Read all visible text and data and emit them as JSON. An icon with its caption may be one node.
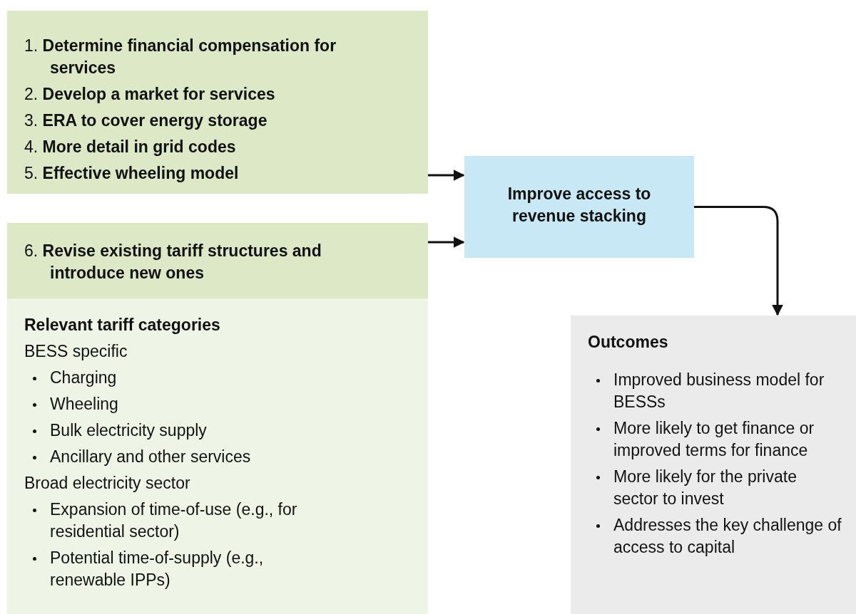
{
  "diagram": {
    "nodes": [
      {
        "text": [
          "1. **Determine financial compensation for services**",
          "2. **Develop a market for services**",
          "3. **ERA to cover energy storage**",
          "4. **More detail in grid codes**",
          "5. **Effective wheeling model**"
        ]
      },
      {
        "text": [
          "6. **Revise existing tariff structures and introduce new ones**"
        ]
      },
      {
        "text": [
          "Relevant tariff categories",
          "BESS specific",
          "Charging",
          "Wheeling",
          "Bulk electricity supply",
          "Ancillary and other services",
          "Broad electricity sector",
          "Expansion of time-of-use (e.g., for residential sector)",
          "Potential time-of-supply (e.g., renewable IPPs)"
        ]
      },
      {
        "text": [
          "Improve access to revenue stacking"
        ]
      },
      {
        "text": [
          "Outcomes",
          "Improved business model for BESSs",
          "More likely to get finance or improved terms for finance",
          "More likely for the private sector to invest",
          "Addresses the key challenge of access to capital"
        ]
      }
    ],
    "edges": [
      {
        "from": 0,
        "to": 3,
        "arrow": "to"
      },
      {
        "from": 1,
        "to": 3,
        "arrow": "to"
      },
      {
        "from": 3,
        "to": 4,
        "arrow": "to"
      }
    ]
  }
}
